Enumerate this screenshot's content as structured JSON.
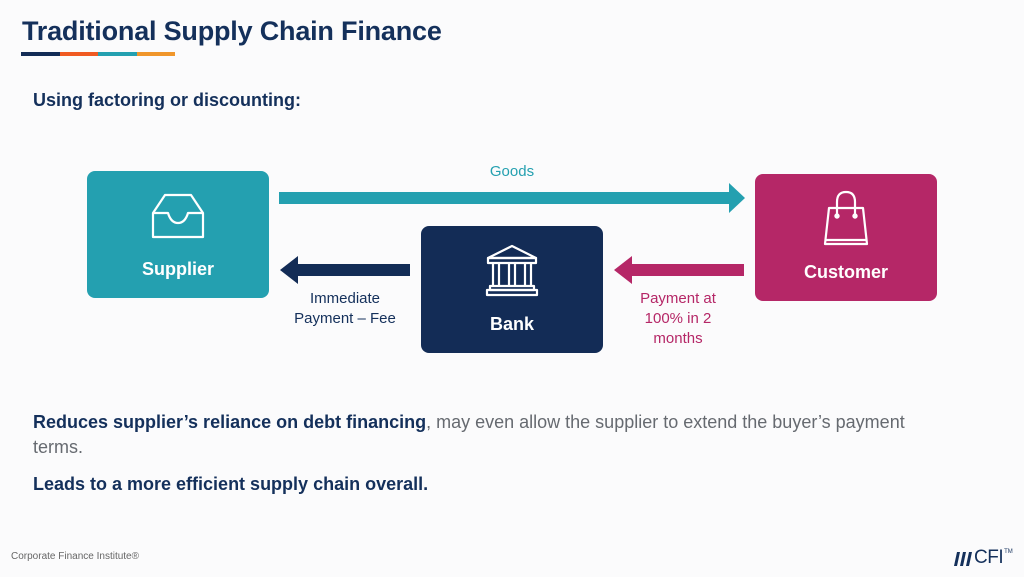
{
  "title": "Traditional Supply Chain Finance",
  "title_bar_colors": [
    "#132c56",
    "#f05a22",
    "#24a0b0",
    "#f0962b"
  ],
  "subtitle": "Using factoring or discounting:",
  "diagram": {
    "nodes": {
      "supplier": {
        "label": "Supplier",
        "icon": "inbox-tray-icon",
        "color": "#24a0b0"
      },
      "bank": {
        "label": "Bank",
        "icon": "bank-building-icon",
        "color": "#132c56"
      },
      "customer": {
        "label": "Customer",
        "icon": "shopping-bag-icon",
        "color": "#b52767"
      }
    },
    "edges": [
      {
        "from": "Supplier",
        "to": "Customer",
        "label": "Goods",
        "color": "#24a0b0"
      },
      {
        "from": "Bank",
        "to": "Supplier",
        "label": "Immediate Payment – Fee",
        "label_lines": [
          "Immediate",
          "Payment – Fee"
        ],
        "color": "#132c56"
      },
      {
        "from": "Customer",
        "to": "Bank",
        "label": "Payment at 100% in 2 months",
        "label_lines": [
          "Payment at",
          "100% in 2",
          "months"
        ],
        "color": "#b52767"
      }
    ]
  },
  "bullets": {
    "first_bold": "Reduces supplier’s reliance on debt financing",
    "first_rest": ", may even allow the supplier to extend the buyer’s payment terms.",
    "second_bold": "Leads to a more efficient supply chain overall."
  },
  "footer": {
    "credit": "Corporate Finance Institute®",
    "logo_text": "CFI",
    "logo_tm": "TM"
  }
}
